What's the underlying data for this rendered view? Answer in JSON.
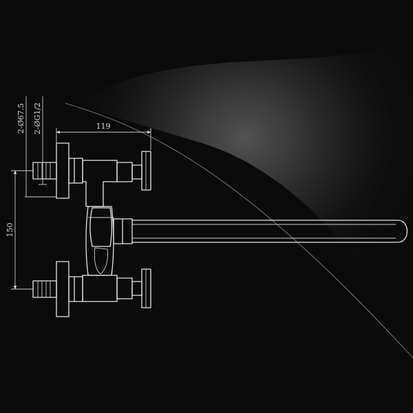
{
  "drawing": {
    "subject": "wall-mounted bath mixer faucet",
    "colors": {
      "background": "#0b0b0b",
      "line": "#e6e6e6",
      "glow": "#5a5a5a"
    }
  },
  "dimensions": {
    "mount_diameter": "2-Ø67.5",
    "thread": "2-ØG1/2",
    "handle_offset": "119",
    "inlet_spacing": "150"
  }
}
